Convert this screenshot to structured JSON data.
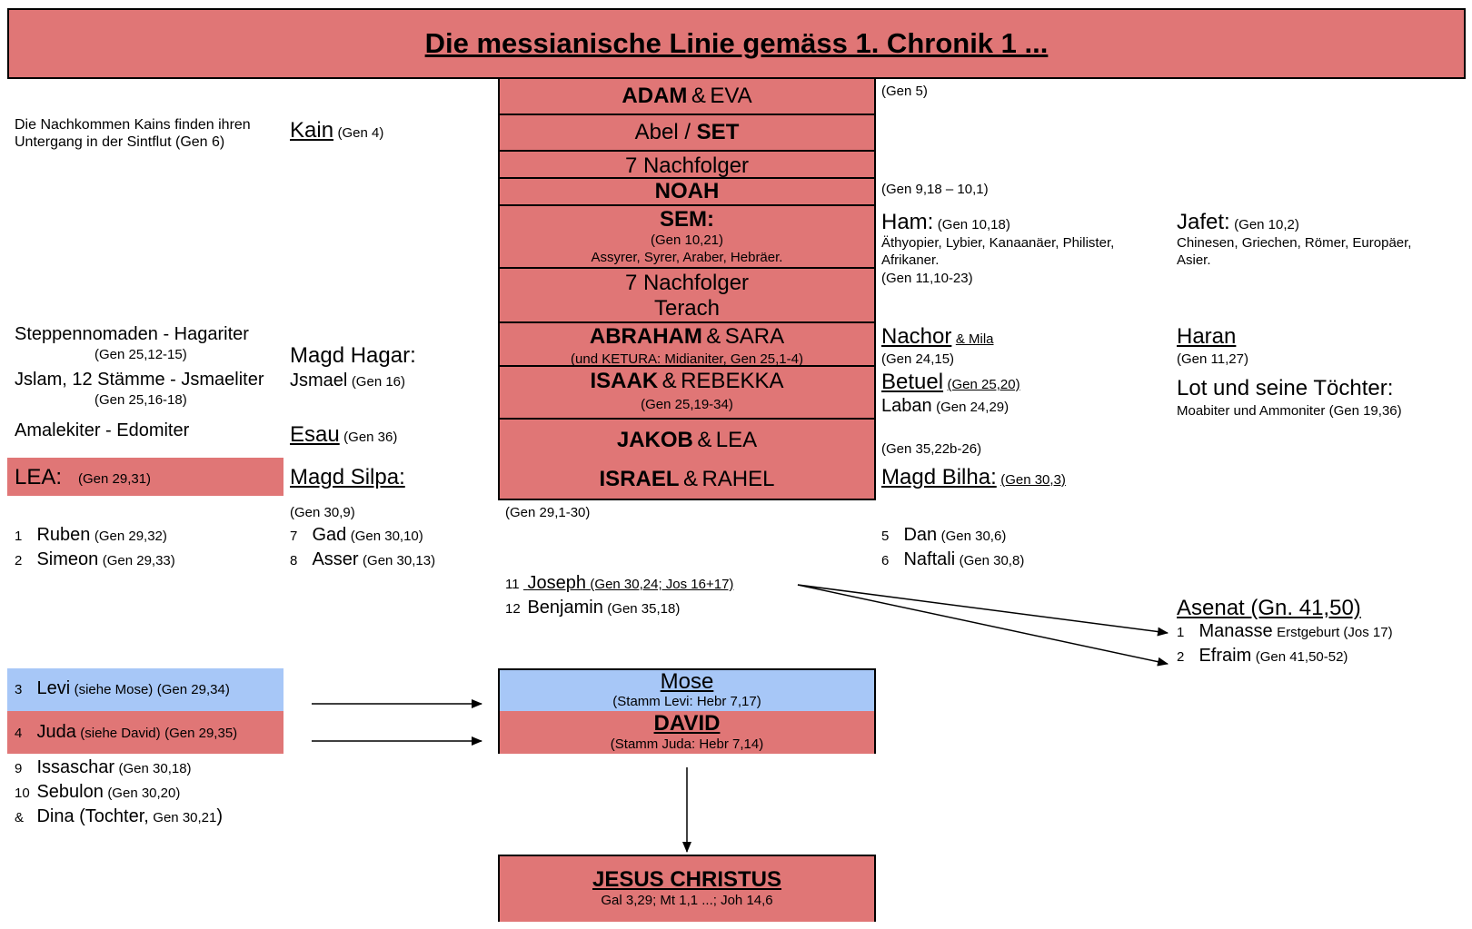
{
  "title": "Die messianische Linie gemäss 1. Chronik 1 ...",
  "center": {
    "adam": {
      "name": "ADAM",
      "amp": "&",
      "partner": "EVA"
    },
    "abel_set": {
      "a": "Abel / ",
      "b": "SET"
    },
    "nachfolger1": "7 Nachfolger",
    "noah": "NOAH",
    "sem": {
      "name": "SEM:",
      "ref": "(Gen 10,21)",
      "peoples": "Assyrer, Syrer, Araber, Hebräer."
    },
    "nachfolger2": {
      "a": "7 Nachfolger",
      "b": "Terach"
    },
    "abraham": {
      "name": "ABRAHAM",
      "amp": "&",
      "partner": "SARA",
      "note": "(und KETURA:  Midianiter, Gen 25,1-4)"
    },
    "isaak": {
      "name": "ISAAK",
      "amp": "&",
      "partner": "REBEKKA",
      "ref": "(Gen 25,19-34)"
    },
    "jakob": {
      "name": "JAKOB",
      "amp": "&",
      "partner": "LEA"
    },
    "israel": {
      "name": "ISRAEL",
      "amp": "&",
      "partner": "RAHEL"
    }
  },
  "left": {
    "kain_note": [
      "Die Nachkommen Kains finden ihren",
      "Untergang in der Sintflut (Gen 6)"
    ],
    "steppen": "Steppennomaden - Hagariter",
    "steppen_ref": "(Gen 25,12-15)",
    "jslam": "Jslam, 12 Stämme - Jsmaeliter",
    "jslam_ref": "(Gen 25,16-18)",
    "amalek": "Amalekiter - Edomiter",
    "lea": {
      "label": "LEA:",
      "ref": "(Gen 29,31)"
    },
    "sons": [
      {
        "num": "1",
        "name": "Ruben",
        "ref": "(Gen 29,32)"
      },
      {
        "num": "2",
        "name": "Simeon",
        "ref": "(Gen 29,33)"
      }
    ],
    "levi": {
      "num": "3",
      "name": "Levi",
      "note": "(siehe Mose)",
      "ref": "(Gen 29,34)"
    },
    "juda": {
      "num": "4",
      "name": "Juda",
      "note": "(siehe David)",
      "ref": "(Gen 29,35)"
    },
    "issaschar": {
      "num": "9",
      "name": "Issaschar",
      "ref": "(Gen 30,18)"
    },
    "sebulon": {
      "num": "10",
      "name": "Sebulon",
      "ref": "(Gen 30,20)"
    },
    "dina": {
      "num": "&",
      "name": "Dina (Tochter,",
      "ref": "Gen 30,21",
      "close": ")"
    }
  },
  "mid_left": {
    "kain": "Kain",
    "kain_ref": "(Gen 4)",
    "hagar": "Magd Hagar:",
    "jsmael": "Jsmael",
    "jsmael_ref": "(Gen 16)",
    "esau": "Esau",
    "esau_ref": "(Gen 36)",
    "silpa": "Magd Silpa:",
    "silpa_ref": "(Gen 30,9)",
    "gad": {
      "num": "7",
      "name": "Gad",
      "ref": "(Gen 30,10)"
    },
    "asser": {
      "num": "8",
      "name": "Asser",
      "ref": "(Gen 30,13)"
    }
  },
  "under_center": {
    "ref": "(Gen 29,1-30)",
    "joseph": {
      "num": "11",
      "name": "Joseph",
      "ref": "(Gen 30,24; Jos 16+17)"
    },
    "benjamin": {
      "num": "12",
      "name": "Benjamin",
      "ref": "(Gen 35,18)"
    }
  },
  "right": {
    "gen5": "(Gen 5)",
    "gen9": "(Gen 9,18 – 10,1)",
    "ham": {
      "name": "Ham:",
      "ref": "(Gen 10,18)",
      "peoples": [
        "Äthyopier, Lybier, Kanaanäer, Philister,",
        "Afrikaner."
      ]
    },
    "gen11": "(Gen 11,10-23)",
    "nachor": {
      "name": "Nachor",
      "partner": "& Mila",
      "ref": "(Gen 24,15)"
    },
    "betuel": {
      "name": "Betuel",
      "ref": "(Gen 25,20)"
    },
    "laban": {
      "name": "Laban",
      "ref": "(Gen 24,29)"
    },
    "gen35": "(Gen 35,22b-26)",
    "bilha": {
      "name": "Magd Bilha:",
      "ref": "(Gen 30,3)"
    },
    "dan": {
      "num": "5",
      "name": "Dan",
      "ref": "(Gen 30,6)"
    },
    "naftali": {
      "num": "6",
      "name": "Naftali",
      "ref": "(Gen 30,8)"
    }
  },
  "far_right": {
    "jafet": {
      "name": "Jafet:",
      "ref": "(Gen 10,2)",
      "peoples": [
        "Chinesen, Griechen, Römer, Europäer,",
        "Asier."
      ]
    },
    "haran": {
      "name": "Haran",
      "ref": "(Gen 11,27)"
    },
    "lot": {
      "name": "Lot und seine Töchter:",
      "peoples": "Moabiter und Ammoniter (Gen 19,36)"
    },
    "asenat": "Asenat (Gn. 41,50)",
    "manasse": {
      "num": "1",
      "name": "Manasse",
      "ref": "Erstgeburt (Jos 17)"
    },
    "efraim": {
      "num": "2",
      "name": "Efraim",
      "ref": "(Gen 41,50-52)"
    }
  },
  "mose": {
    "name": "Mose",
    "ref": "(Stamm Levi: Hebr 7,17)"
  },
  "david": {
    "name": "DAVID",
    "ref": "(Stamm Juda: Hebr 7,14)"
  },
  "jesus": {
    "name": "JESUS CHRISTUS",
    "ref": "Gal 3,29; Mt 1,1 ...; Joh 14,6"
  },
  "colors": {
    "red": "#e07676",
    "blue": "#a7c7f7"
  }
}
